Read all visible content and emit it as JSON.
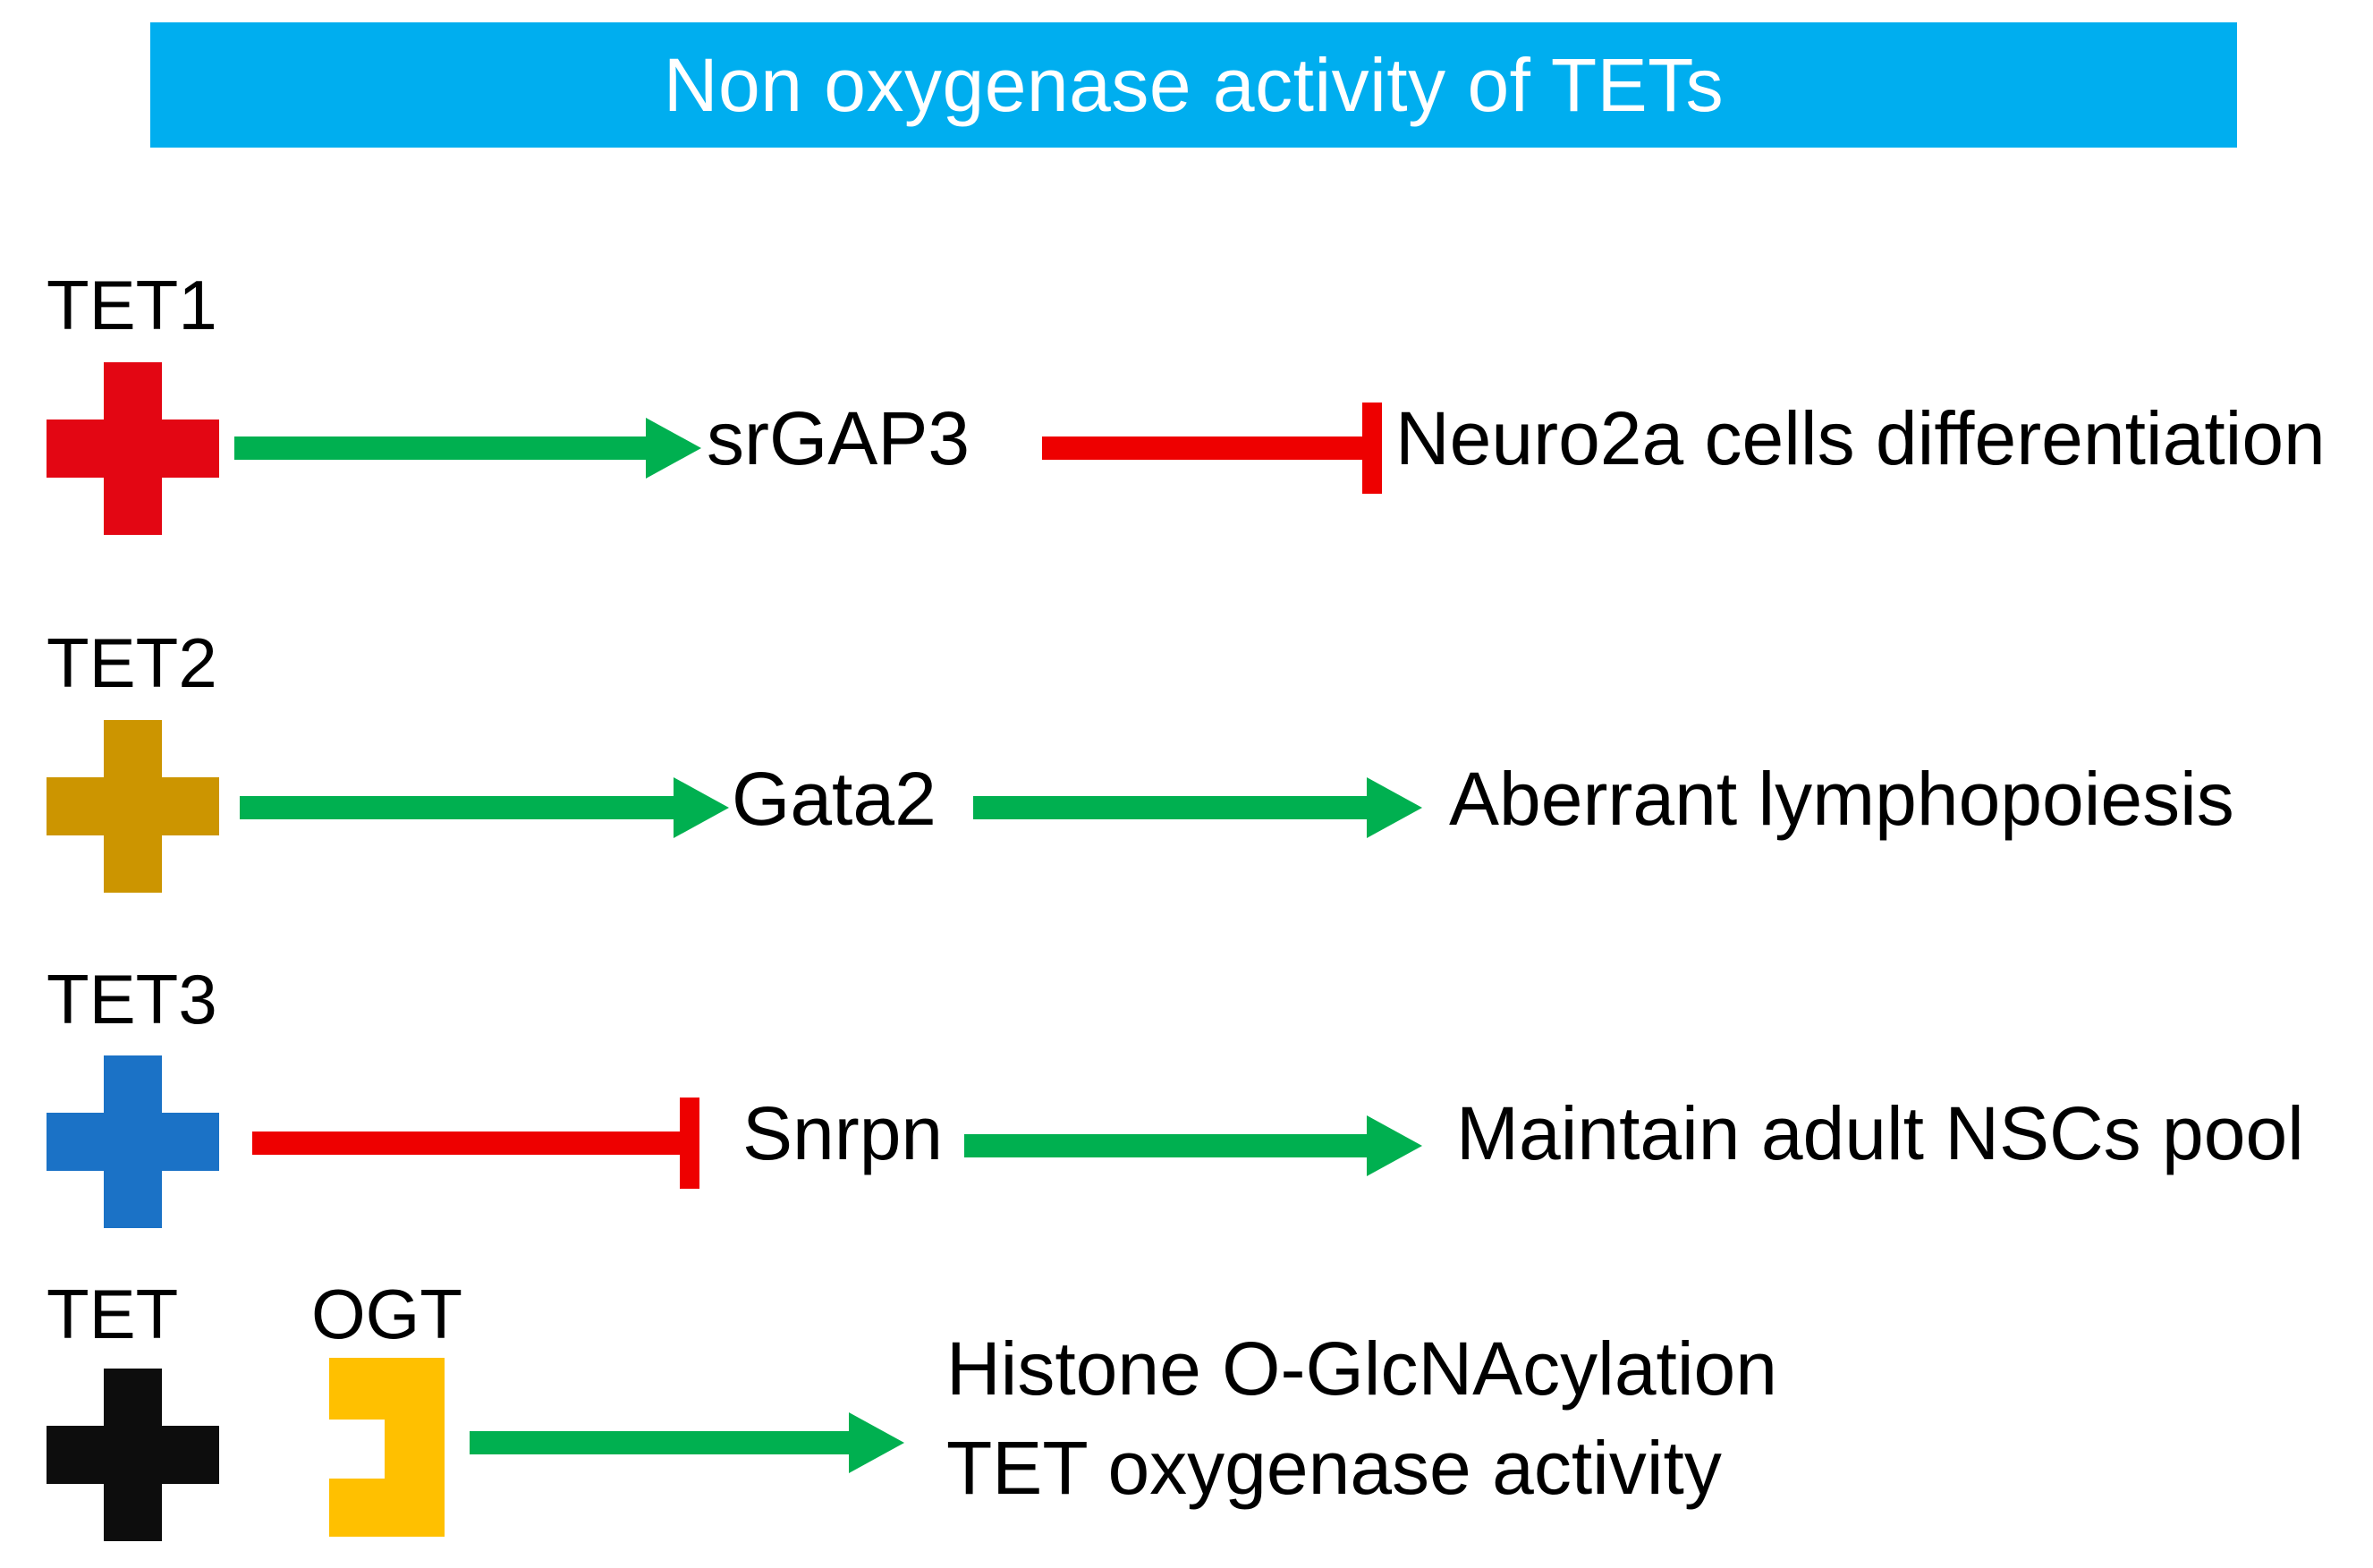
{
  "title": {
    "text": "Non oxygenase activity of TETs",
    "banner_color": "#00AEEF",
    "text_color": "#FFFFFF"
  },
  "colors": {
    "activation_green": "#00B050",
    "inhibition_red": "#EE0000",
    "tet1_red": "#E30613",
    "tet2_gold": "#CC9500",
    "tet3_blue": "#1B72C6",
    "tet_black": "#0D0D0D",
    "ogt_yellow": "#FFC000",
    "text_black": "#000000",
    "background": "#FFFFFF"
  },
  "rows": [
    {
      "id": "tet1",
      "source_label": "TET1",
      "source_icon": "cross-icon",
      "source_color": "#E30613",
      "connector1": {
        "type": "arrow",
        "color": "#00B050",
        "meaning": "activates"
      },
      "middle_label": "srGAP3",
      "connector2": {
        "type": "tbar",
        "color": "#EE0000",
        "meaning": "inhibits"
      },
      "target_label": "Neuro2a cells differentiation"
    },
    {
      "id": "tet2",
      "source_label": "TET2",
      "source_icon": "cross-icon",
      "source_color": "#CC9500",
      "connector1": {
        "type": "arrow",
        "color": "#00B050",
        "meaning": "activates"
      },
      "middle_label": "Gata2",
      "connector2": {
        "type": "arrow",
        "color": "#00B050",
        "meaning": "activates"
      },
      "target_label": "Aberrant lymphopoiesis"
    },
    {
      "id": "tet3",
      "source_label": "TET3",
      "source_icon": "cross-icon",
      "source_color": "#1B72C6",
      "connector1": {
        "type": "tbar",
        "color": "#EE0000",
        "meaning": "inhibits"
      },
      "middle_label": "Snrpn",
      "connector2": {
        "type": "arrow",
        "color": "#00B050",
        "meaning": "activates"
      },
      "target_label": "Maintain adult NSCs pool"
    }
  ],
  "complex_row": {
    "id": "tet-ogt",
    "source_label": "TET",
    "source_icon": "cross-icon",
    "source_color": "#0D0D0D",
    "partner_label": "OGT",
    "partner_icon": "bracket-icon",
    "partner_color": "#FFC000",
    "connector": {
      "type": "arrow",
      "color": "#00B050",
      "meaning": "activates"
    },
    "target_line1": "Histone O-GlcNAcylation",
    "target_line2": "TET oxygenase activity"
  }
}
